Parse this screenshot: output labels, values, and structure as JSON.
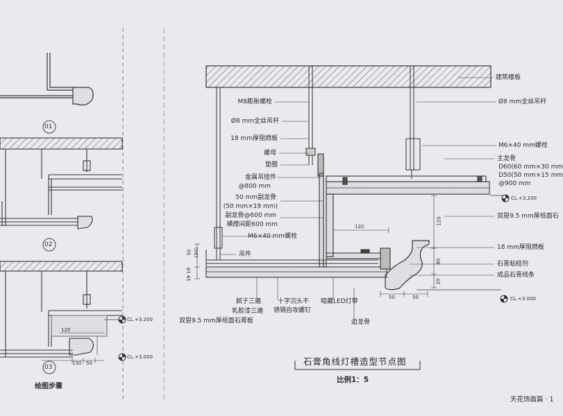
{
  "left_panel": {
    "steps": [
      "01",
      "02",
      "03"
    ],
    "cl_labels": [
      "CL.+3.200",
      "CL.+3.000"
    ],
    "dims": [
      "120",
      "150",
      "50"
    ],
    "caption": "绘图步骤"
  },
  "main": {
    "labels_left": [
      "M8膨胀螺栓",
      "Ø8 mm全丝吊杆",
      "18 mm厚阻燃板",
      "螺母",
      "垫圈",
      "金属吊挂件",
      "@800 mm",
      "50 mm副龙骨",
      "(50 mm×19 mm)",
      "副龙骨@600 mm",
      "横撑间距600 mm",
      "M6×40 mm螺栓",
      "吊件"
    ],
    "labels_right": [
      "建筑楼板",
      "Ø8 mm全丝吊杆",
      "M6×40 mm螺栓",
      "主龙骨",
      "D60(60 mm×30 mm",
      "D50(50 mm×15 mm",
      "@900 mm",
      "双层9.5 mm厚纸面石",
      "18 mm厚阻燃板",
      "石膏粘结剂",
      "成品石膏线条"
    ],
    "labels_bottom": [
      "腻子三遍",
      "乳胶漆三遍",
      "双层9.5 mm厚纸面石膏板",
      "十字沉头不",
      "锈钢自攻螺钉",
      "暗藏LED灯带",
      "边龙骨"
    ],
    "cl_labels": [
      "CL.+3.200",
      "CL.+3.000"
    ],
    "dims": {
      "d120_top": "120",
      "d120_side": "120",
      "d80": "80",
      "d20": "20",
      "d50a": "50",
      "d50b": "50",
      "d50_left": "50",
      "d50_paren": "(50)",
      "d19_9": "19 19"
    },
    "title": "石膏角线灯槽造型节点图",
    "scale": "比例1：5"
  },
  "footer": {
    "page_label": "天花饰面篇 · 1"
  },
  "colors": {
    "paper": "#e9eaee",
    "ink": "#333333"
  }
}
